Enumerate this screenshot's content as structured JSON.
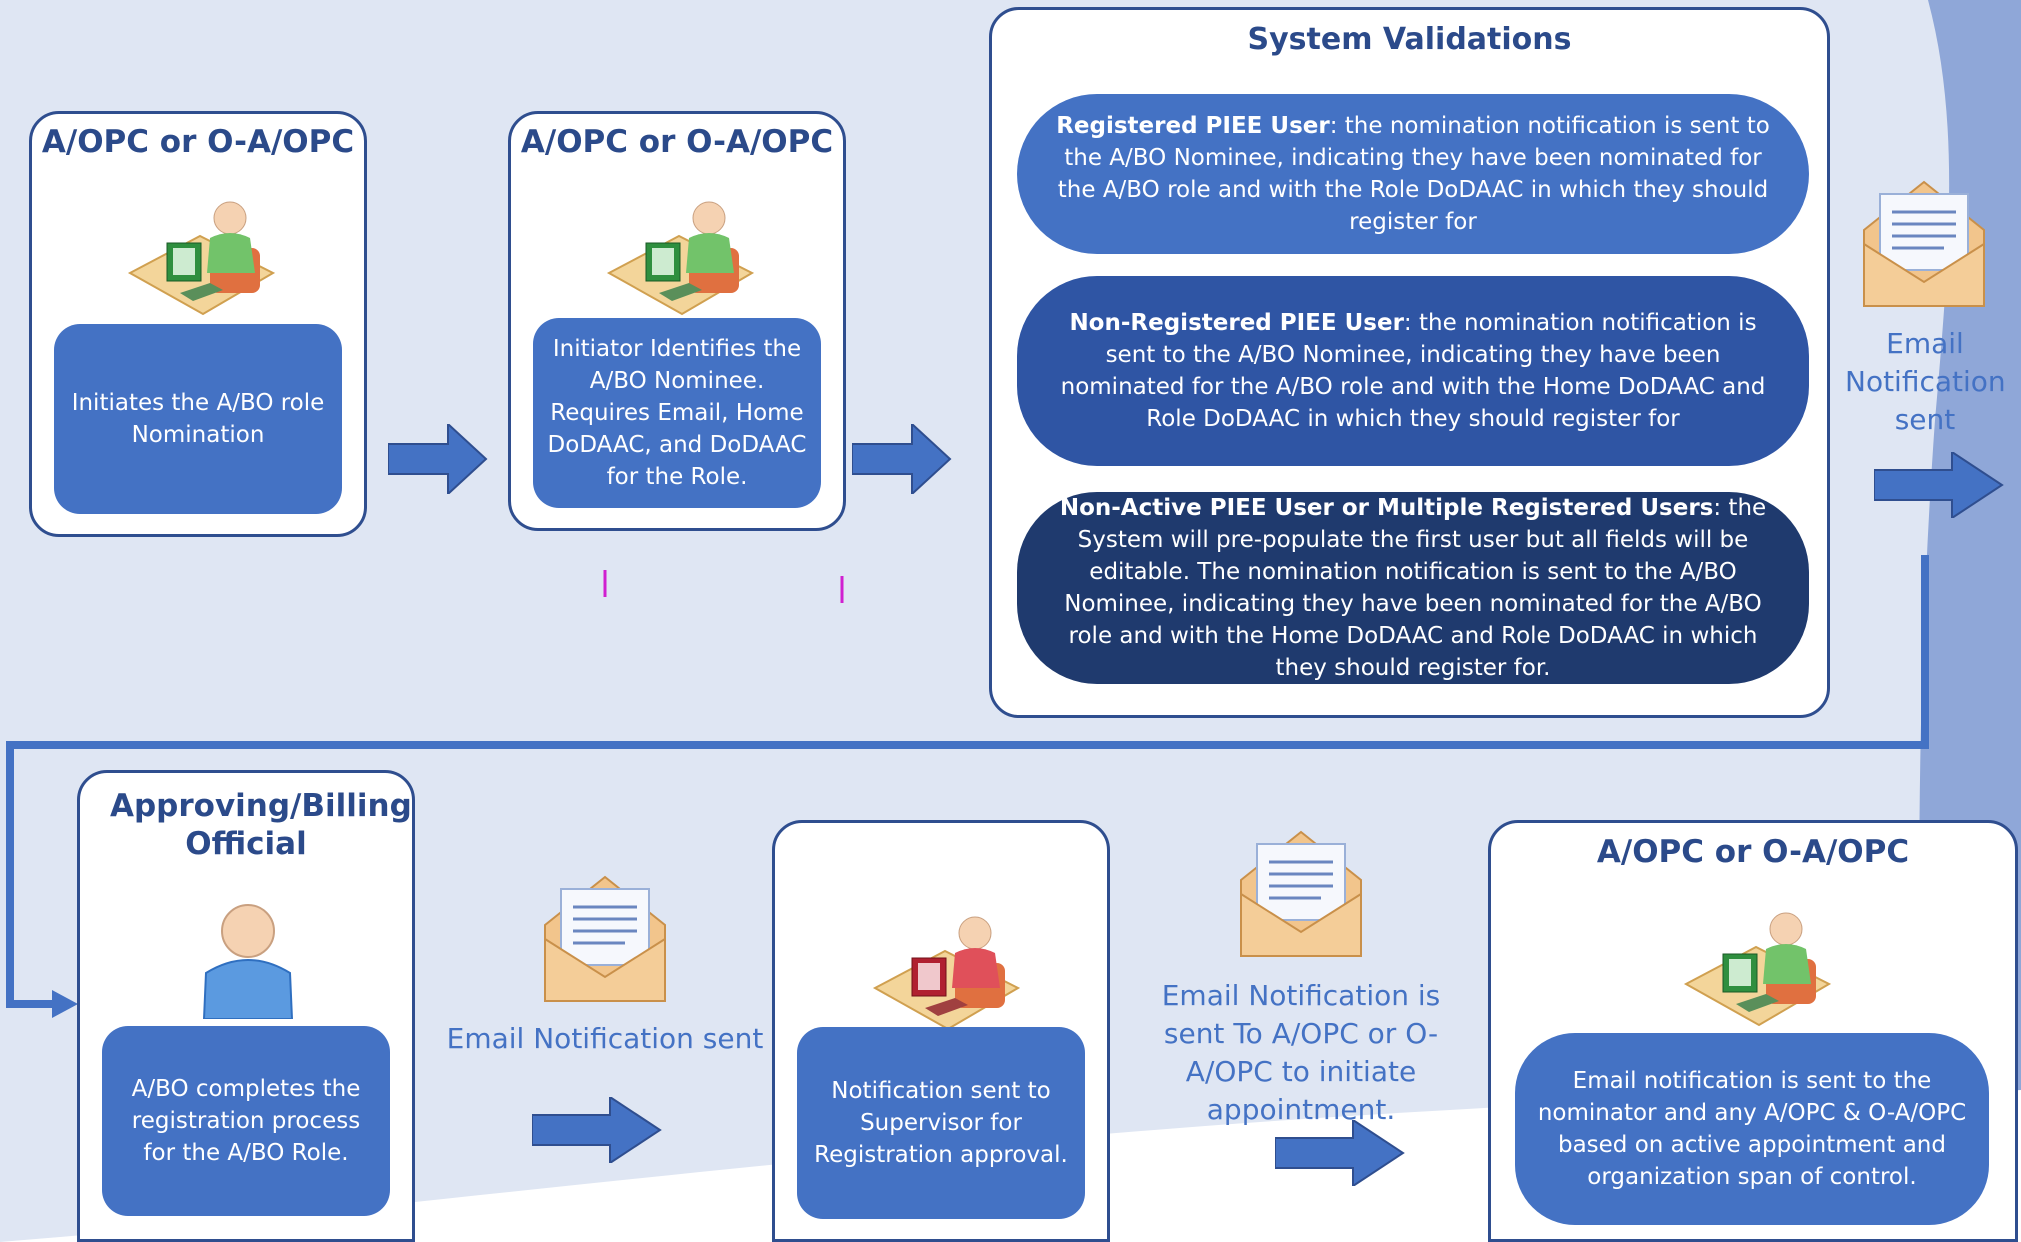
{
  "step1": {
    "title": "A/OPC or O-A/OPC",
    "text": "Initiates the A/BO role Nomination"
  },
  "step2": {
    "title": "A/OPC or O-A/OPC",
    "text": "Initiator Identifies the A/BO Nominee. Requires Email, Home DoDAAC, and DoDAAC for the Role."
  },
  "validations": {
    "title": "System Validations",
    "items": [
      {
        "lead": "Registered PIEE User",
        "text": ": the nomination notification is sent to the A/BO Nominee, indicating they have been nominated for the A/BO role and with the Role DoDAAC in which they should register for",
        "color": "#4472c4"
      },
      {
        "lead": "Non-Registered PIEE User",
        "text": ": the nomination notification is sent to the A/BO Nominee, indicating they have been nominated for the A/BO role and with the Home DoDAAC and Role DoDAAC in which they should register for",
        "color": "#2f55a4"
      },
      {
        "lead": "Non-Active PIEE User or Multiple Registered Users",
        "text": ": the System will pre-populate the first user but all fields will be editable. The nomination notification is sent to the A/BO Nominee, indicating they have been nominated for the A/BO role and with the Home DoDAAC and Role DoDAAC in which they should register for.",
        "color": "#1f3a6e"
      }
    ]
  },
  "email1": {
    "label": "Email Notification sent"
  },
  "step4": {
    "title": "Approving/Billing Official",
    "text": "A/BO completes the registration process for the A/BO Role."
  },
  "email2": {
    "label": "Email Notification sent"
  },
  "step5": {
    "text": "Notification sent to Supervisor for Registration approval."
  },
  "email3": {
    "label": "Email Notification is sent To A/OPC or O-A/OPC to initiate appointment."
  },
  "step6": {
    "title": "A/OPC or O-A/OPC",
    "text": "Email notification is sent to the nominator and any A/OPC & O-A/OPC based on active appointment and organization span of control."
  },
  "colors": {
    "primary": "#4472c4",
    "border": "#2f4e8f",
    "title": "#2b4a8a"
  }
}
